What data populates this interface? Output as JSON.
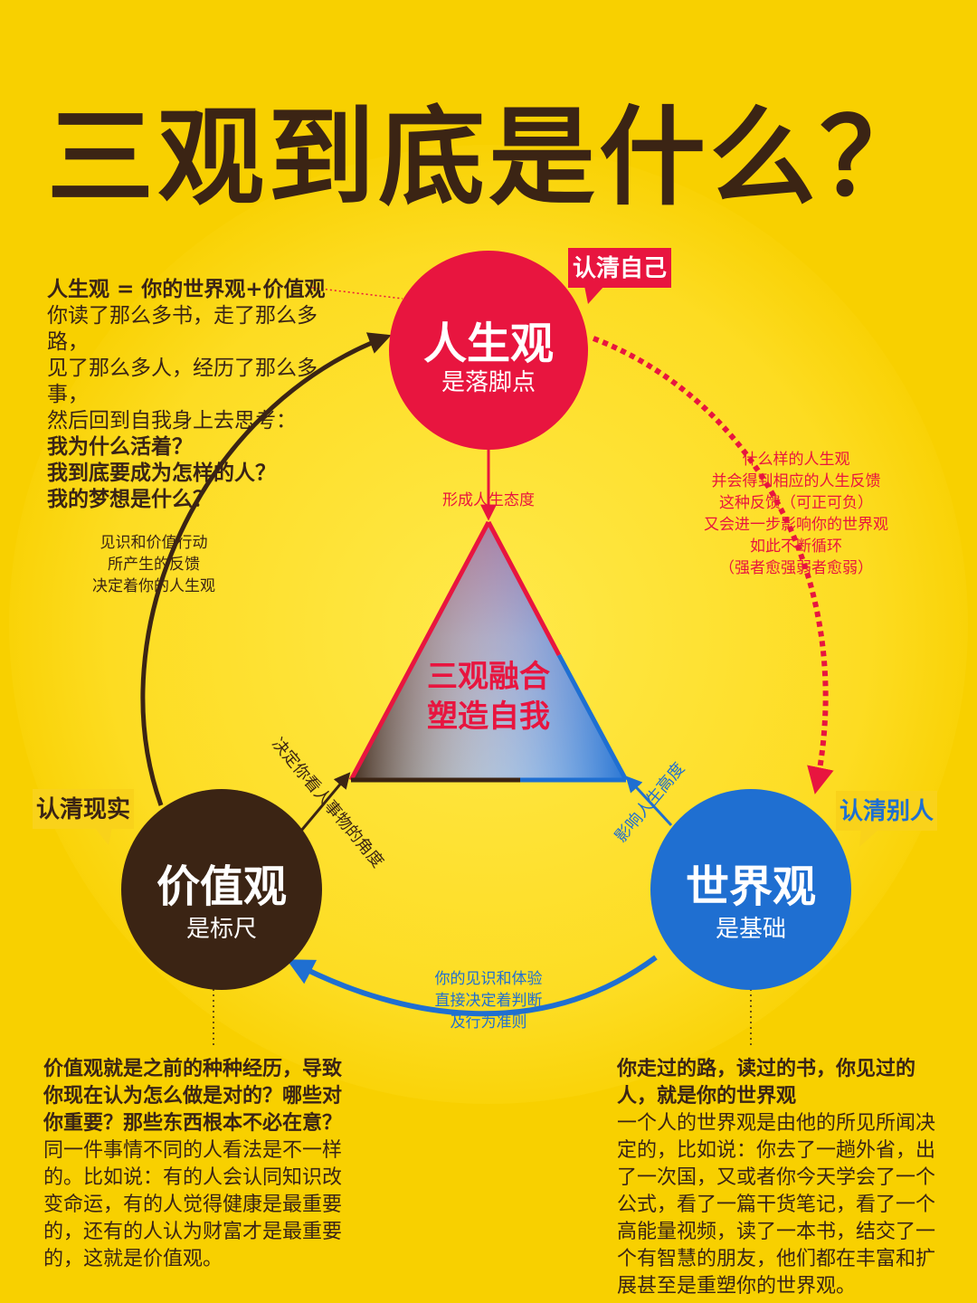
{
  "title": "三观到底是什么？",
  "colors": {
    "background": "#f8d200",
    "brown": "#3b2414",
    "red": "#e8153f",
    "blue": "#1f6fd1",
    "white": "#ffffff"
  },
  "center": {
    "line1": "三观融合",
    "line2": "塑造自我"
  },
  "nodes": {
    "life": {
      "title": "人生观",
      "subtitle": "是落脚点",
      "tag": "认清自己"
    },
    "value": {
      "title": "价值观",
      "subtitle": "是标尺",
      "tag": "认清现实"
    },
    "world": {
      "title": "世界观",
      "subtitle": "是基础",
      "tag": "认清别人"
    }
  },
  "connectors": {
    "life_to_triangle": "形成人生态度",
    "value_to_triangle": "决定你看人事物的角度",
    "world_to_triangle": "影响人生高度"
  },
  "loop_notes": {
    "left": [
      "见识和价值行动",
      "所产生的反馈",
      "决定着你的人生观"
    ],
    "right": [
      "什么样的人生观",
      "并会得到相应的人生反馈",
      "这种反馈（可正可负）",
      "又会进一步影响你的世界观",
      "如此不断循环",
      "（强者愈强弱者愈弱）"
    ],
    "bottom": [
      "你的见识和体验",
      "直接决定着判断",
      "及行为准则"
    ]
  },
  "life_text": {
    "heading": "人生观 = 你的世界观+价值观",
    "lines": [
      "你读了那么多书，走了那么多路，",
      "见了那么多人，经历了那么多事，",
      "然后回到自我身上去思考："
    ],
    "questions": [
      "我为什么活着？",
      "我到底要成为怎样的人？",
      "我的梦想是什么？"
    ]
  },
  "value_text": {
    "heading_lines": [
      "价值观就是之前的种种经历，导致",
      "你现在认为怎么做是对的？哪些对",
      "你重要？那些东西根本不必在意？"
    ],
    "body_lines": [
      "同一件事情不同的人看法是不一样",
      "的。比如说：有的人会认同知识改",
      "变命运，有的人觉得健康是最重要",
      "的，还有的人认为财富才是最重要",
      "的，这就是价值观。"
    ]
  },
  "world_text": {
    "heading_lines": [
      "你走过的路，读过的书，你见过的",
      "人，就是你的世界观"
    ],
    "body_lines": [
      "一个人的世界观是由他的所见所闻决",
      "定的，比如说：你去了一趟外省，出",
      "了一次国，又或者你今天学会了一个",
      "公式，看了一篇干货笔记，看了一个",
      "高能量视频，读了一本书，结交了一",
      "个有智慧的朋友，他们都在丰富和扩",
      "展甚至是重塑你的世界观。"
    ]
  }
}
